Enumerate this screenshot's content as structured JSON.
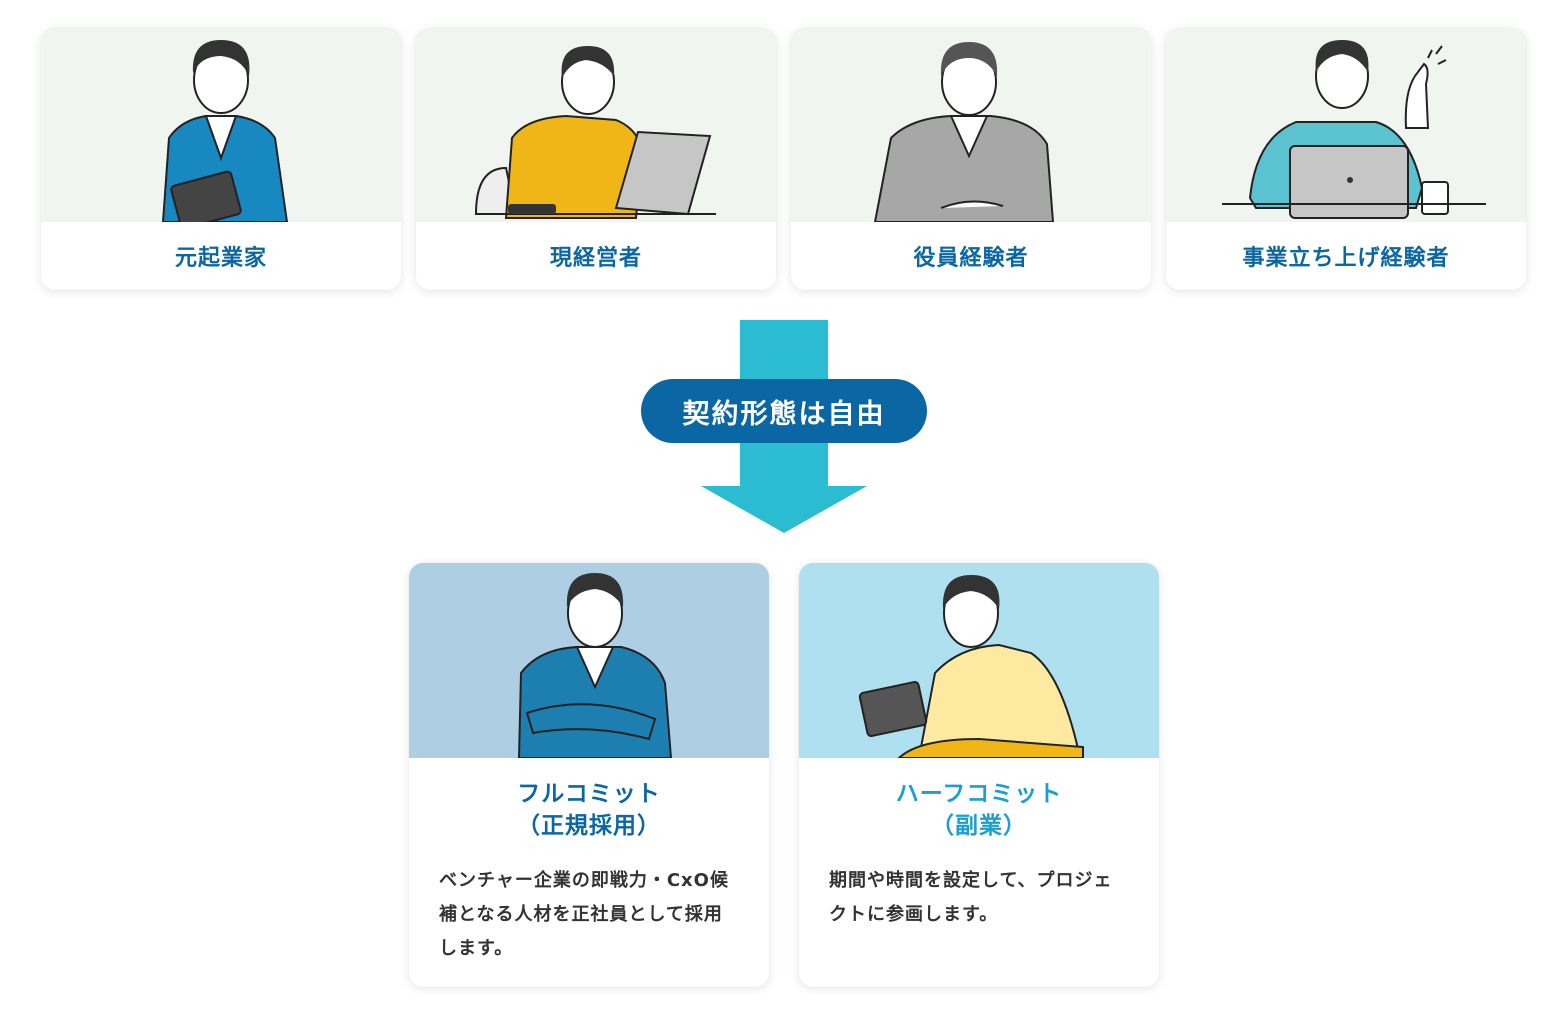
{
  "profiles": [
    {
      "label": "元起業家"
    },
    {
      "label": "現経営者"
    },
    {
      "label": "役員経験者"
    },
    {
      "label": "事業立ち上げ経験者"
    }
  ],
  "connector": {
    "label": "契約形態は自由"
  },
  "options": [
    {
      "title": "フルコミット",
      "subtitle": "（正規採用）",
      "description": "ベンチャー企業の即戦力・CxO候補となる人材を正社員として採用します。",
      "accent": "#0b67a3",
      "bg": "#aecfe3"
    },
    {
      "title": "ハーフコミット",
      "subtitle": "（副業）",
      "description": "期間や時間を設定して、プロジェクトに参画します。",
      "accent": "#1a9fd2",
      "bg": "#aee0ef"
    }
  ],
  "colors": {
    "primary": "#0b67a3",
    "arrow": "#2cbcd1",
    "card_bg": "#f1f5f0"
  }
}
